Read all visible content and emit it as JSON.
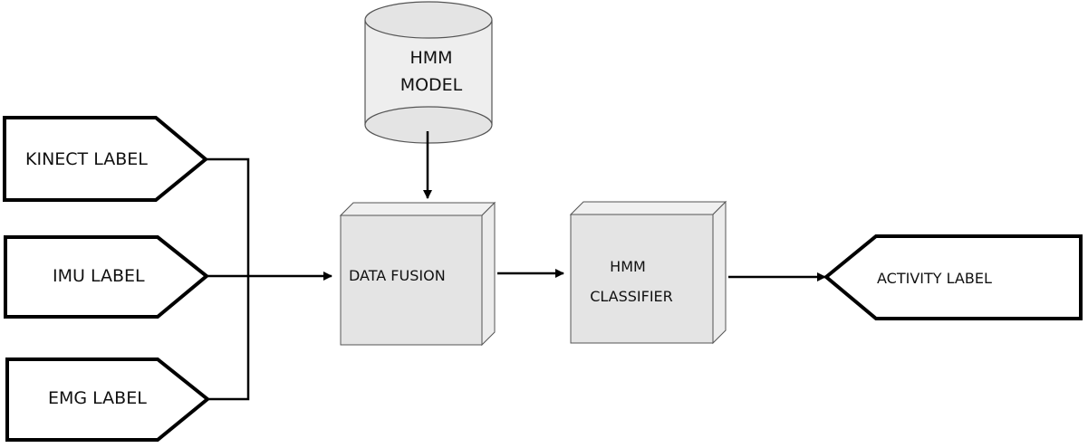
{
  "diagram": {
    "inputs": [
      {
        "label": "KINECT LABEL"
      },
      {
        "label": "IMU LABEL"
      },
      {
        "label": "EMG LABEL"
      }
    ],
    "model": {
      "line1": "HMM",
      "line2": "MODEL"
    },
    "fusion": {
      "label": "DATA FUSION"
    },
    "classifier": {
      "line1": "HMM",
      "line2": "CLASSIFIER"
    },
    "output": {
      "label": "ACTIVITY LABEL"
    },
    "colors": {
      "stroke": "#000000",
      "box_fill": "#e6e6e6",
      "box_side": "#ececec",
      "cylinder_fill": "#e8e8e8"
    }
  }
}
